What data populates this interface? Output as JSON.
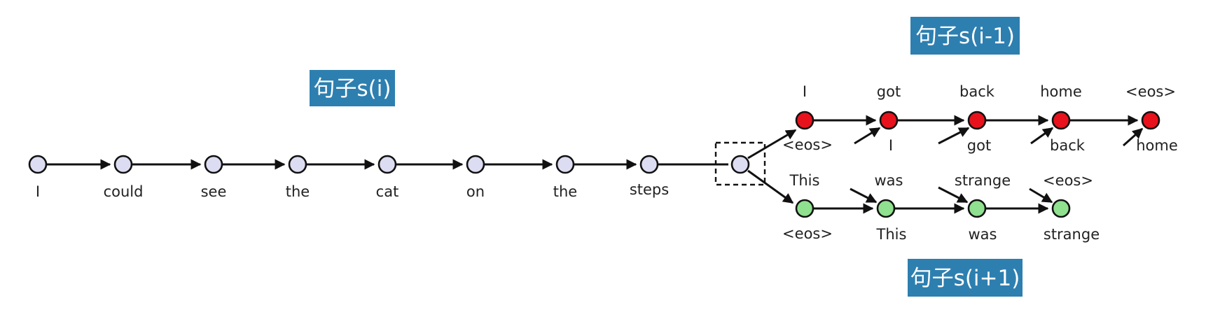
{
  "encoder": {
    "label": "句子s(i)",
    "words": [
      "I",
      "could",
      "see",
      "the",
      "cat",
      "on",
      "the",
      "steps"
    ],
    "node_color": "#dcdcf2"
  },
  "decoder_prev": {
    "label": "句子s(i-1)",
    "top_words": [
      "I",
      "got",
      "back",
      "home",
      "<eos>"
    ],
    "input_words": [
      "<eos>",
      "I",
      "got",
      "back",
      "home"
    ],
    "node_color": "#e8121c"
  },
  "decoder_next": {
    "label": "句子s(i+1)",
    "top_words": [
      "This",
      "was",
      "strange",
      "<eos>"
    ],
    "input_words": [
      "<eos>",
      "This",
      "was",
      "strange"
    ],
    "node_color": "#8fe08f"
  },
  "tag_color": "#2d7fb0"
}
